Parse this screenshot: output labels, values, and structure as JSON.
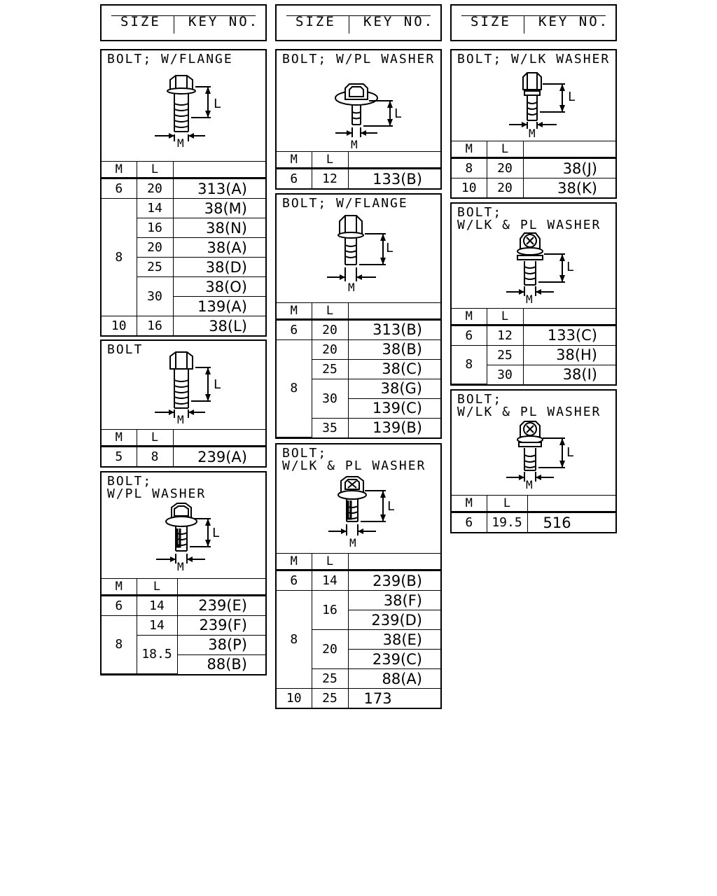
{
  "header": {
    "size_label": "SIZE",
    "key_label": "KEY NO."
  },
  "col_labels": {
    "m": "M",
    "l": "L"
  },
  "dim_labels": {
    "l": "L",
    "m": "M"
  },
  "panels": {
    "p1": {
      "title": "BOLT; W/FLANGE",
      "rows": [
        {
          "m": "6",
          "l": "20",
          "key": "313(A)"
        },
        {
          "m": "8",
          "l": "14",
          "key": "38(M)"
        },
        {
          "l": "16",
          "key": "38(N)"
        },
        {
          "l": "20",
          "key": "38(A)"
        },
        {
          "l": "25",
          "key": "38(D)"
        },
        {
          "l": "30",
          "key": "38(O)"
        },
        {
          "key": "139(A)"
        },
        {
          "m": "10",
          "l": "16",
          "key": "38(L)"
        }
      ]
    },
    "p2": {
      "title": "BOLT",
      "rows": [
        {
          "m": "5",
          "l": "8",
          "key": "239(A)"
        }
      ]
    },
    "p3": {
      "title": "BOLT;\nW/PL WASHER",
      "rows": [
        {
          "m": "6",
          "l": "14",
          "key": "239(E)"
        },
        {
          "m": "8",
          "l": "14",
          "key": "239(F)"
        },
        {
          "l": "18.5",
          "key": "38(P)"
        },
        {
          "key": "88(B)"
        }
      ]
    },
    "p4": {
      "title": "BOLT; W/PL WASHER",
      "rows": [
        {
          "m": "6",
          "l": "12",
          "key": "133(B)"
        }
      ]
    },
    "p5": {
      "title": "BOLT; W/FLANGE",
      "rows": [
        {
          "m": "6",
          "l": "20",
          "key": "313(B)"
        },
        {
          "m": "8",
          "l": "20",
          "key": "38(B)"
        },
        {
          "l": "25",
          "key": "38(C)"
        },
        {
          "l": "30",
          "key": "38(G)"
        },
        {
          "key": "139(C)"
        },
        {
          "l": "35",
          "key": "139(B)"
        }
      ]
    },
    "p6": {
      "title": "BOLT;\nW/LK & PL WASHER",
      "rows": [
        {
          "m": "6",
          "l": "14",
          "key": "239(B)"
        },
        {
          "m": "8",
          "l": "16",
          "key": "38(F)"
        },
        {
          "key": "239(D)"
        },
        {
          "l": "20",
          "key": "38(E)"
        },
        {
          "key": "239(C)"
        },
        {
          "l": "25",
          "key": "88(A)"
        },
        {
          "m": "10",
          "l": "25",
          "key": "173"
        }
      ]
    },
    "p7": {
      "title": "BOLT; W/LK WASHER",
      "rows": [
        {
          "m": "8",
          "l": "20",
          "key": "38(J)"
        },
        {
          "m": "10",
          "l": "20",
          "key": "38(K)"
        }
      ]
    },
    "p8": {
      "title": "BOLT;\nW/LK & PL WASHER",
      "rows": [
        {
          "m": "6",
          "l": "12",
          "key": "133(C)"
        },
        {
          "m": "8",
          "l": "25",
          "key": "38(H)"
        },
        {
          "l": "30",
          "key": "38(I)"
        }
      ]
    },
    "p9": {
      "title": "BOLT;\nW/LK & PL WASHER",
      "rows": [
        {
          "m": "6",
          "l": "19.5",
          "key": "516"
        }
      ]
    }
  }
}
